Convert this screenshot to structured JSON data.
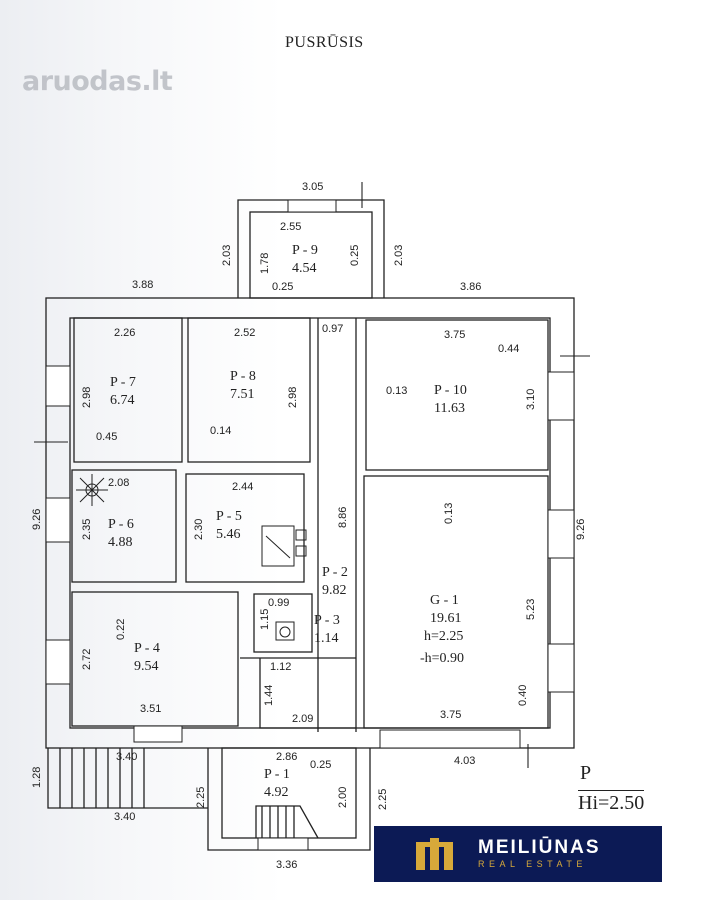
{
  "title": "PUSRŪSIS",
  "watermark": "aruodas.lt",
  "legend": {
    "p": "P",
    "height": "Hi=2.50"
  },
  "brand": {
    "name": "MEILIŪNAS",
    "tagline": "REAL ESTATE",
    "accent": "#d7a93a",
    "background": "#0c1a55"
  },
  "rooms": [
    {
      "code": "P - 9",
      "area": "4.54"
    },
    {
      "code": "P - 7",
      "area": "6.74"
    },
    {
      "code": "P - 8",
      "area": "7.51"
    },
    {
      "code": "P - 10",
      "area": "11.63"
    },
    {
      "code": "P - 6",
      "area": "4.88"
    },
    {
      "code": "P - 5",
      "area": "5.46"
    },
    {
      "code": "P - 2",
      "area": "9.82"
    },
    {
      "code": "P - 3",
      "area": "1.14"
    },
    {
      "code": "P - 4",
      "area": "9.54"
    },
    {
      "code": "G - 1",
      "area": "19.61",
      "h": "h=2.25",
      "minus_h": "-h=0.90"
    },
    {
      "code": "P - 1",
      "area": "4.92"
    }
  ],
  "dims": {
    "d305": "3.05",
    "d255": "2.55",
    "d178": "1.78",
    "d025a": "0.25",
    "d203l": "2.03",
    "d203r": "2.03",
    "d025b": "0.25",
    "d388": "3.88",
    "d386": "3.86",
    "d097": "0.97",
    "d226": "2.26",
    "d252": "2.52",
    "d375t": "3.75",
    "d044": "0.44",
    "d298l": "2.98",
    "d298r": "2.98",
    "d013a": "0.13",
    "d310": "3.10",
    "d045": "0.45",
    "d014": "0.14",
    "d926l": "9.26",
    "d926r": "9.26",
    "d208": "2.08",
    "d244": "2.44",
    "d013b": "0.13",
    "d235": "2.35",
    "d230": "2.30",
    "d886": "8.86",
    "d099": "0.99",
    "d115": "1.15",
    "d022": "0.22",
    "d272": "2.72",
    "d523": "5.23",
    "d112": "1.12",
    "d144": "1.44",
    "d040": "0.40",
    "d351": "3.51",
    "d209": "2.09",
    "d375b": "3.75",
    "d128": "1.28",
    "d340a": "3.40",
    "d286": "2.86",
    "d025c": "0.25",
    "d403": "4.03",
    "d225l": "2.25",
    "d200": "2.00",
    "d225r": "2.25",
    "d340b": "3.40",
    "d336": "3.36"
  }
}
